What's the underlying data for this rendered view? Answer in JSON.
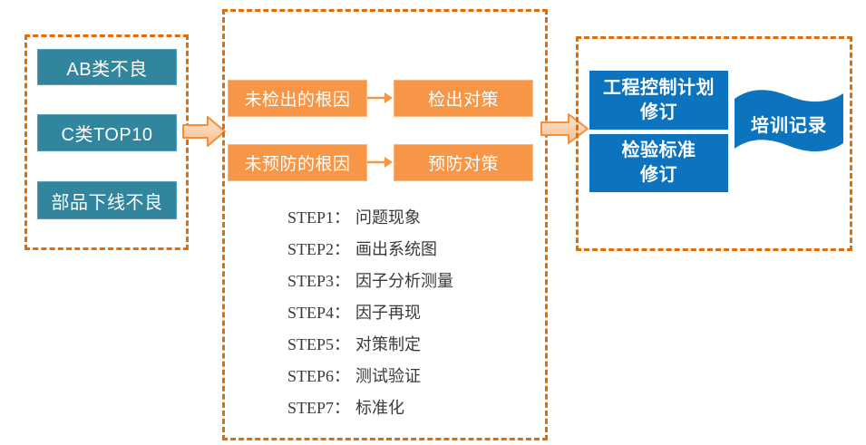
{
  "colors": {
    "teal": "#31859C",
    "orange": "#F79646",
    "dashed_border_orange": "#E36C0A",
    "blue": "#0C74BE",
    "block_arrow_fill": "#FBD0A9",
    "block_arrow_stroke": "#F0903C",
    "step_text": "#3A3A3A",
    "box_text": "#FFFFFF"
  },
  "left_panel": {
    "items": [
      {
        "label": "AB类不良"
      },
      {
        "label": "C类TOP10"
      },
      {
        "label": "部品下线不良"
      }
    ]
  },
  "middle_panel": {
    "rows": [
      {
        "cause": "未检出的根因",
        "action": "检出对策"
      },
      {
        "cause": "未预防的根因",
        "action": "预防对策"
      }
    ],
    "steps": [
      {
        "prefix": "STEP1：",
        "label": "问题现象"
      },
      {
        "prefix": "STEP2：",
        "label": "画出系统图"
      },
      {
        "prefix": "STEP3：",
        "label": "因子分析测量"
      },
      {
        "prefix": "STEP4：",
        "label": "因子再现"
      },
      {
        "prefix": "STEP5：",
        "label": "对策制定"
      },
      {
        "prefix": "STEP6：",
        "label": "测试验证"
      },
      {
        "prefix": "STEP7：",
        "label": "标准化"
      }
    ]
  },
  "right_panel": {
    "boxes": [
      {
        "line1": "工程控制计划",
        "line2": "修订"
      },
      {
        "line1": "检验标准",
        "line2": "修订"
      }
    ],
    "flag": {
      "label": "培训记录"
    }
  }
}
